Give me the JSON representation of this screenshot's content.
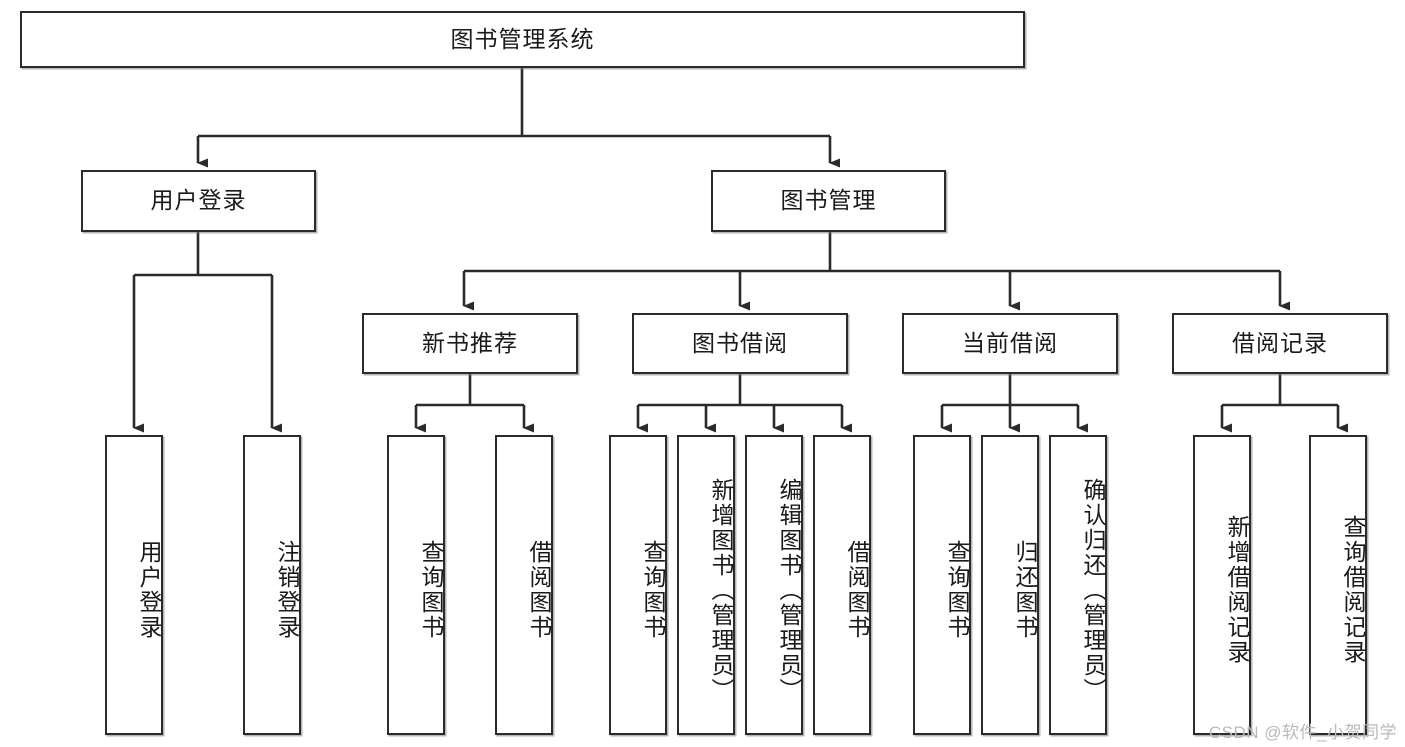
{
  "diagram": {
    "type": "tree-hierarchy-chart",
    "title": "图书管理系统",
    "edge_color": "#2b2b2b",
    "node_border_color": "#2b2b2b",
    "node_fill_color": "#ffffff",
    "text_color": "#1a1a1a",
    "nodes": {
      "root": {
        "label": "图书管理系统"
      },
      "level2": [
        {
          "id": "user-login",
          "label": "用户登录"
        },
        {
          "id": "book-management",
          "label": "图书管理"
        }
      ],
      "level3": [
        {
          "id": "new-book-recommend",
          "label": "新书推荐"
        },
        {
          "id": "book-borrow",
          "label": "图书借阅"
        },
        {
          "id": "current-borrow",
          "label": "当前借阅"
        },
        {
          "id": "borrow-record",
          "label": "借阅记录"
        }
      ],
      "leaves": {
        "user_login": [
          {
            "id": "leaf-user-login",
            "label": "用户登录"
          },
          {
            "id": "leaf-logout-login",
            "label": "注销登录"
          }
        ],
        "new_book_recommend": [
          {
            "id": "leaf-query-book-1",
            "label": "查询图书"
          },
          {
            "id": "leaf-borrow-book-1",
            "label": "借阅图书"
          }
        ],
        "book_borrow": [
          {
            "id": "leaf-query-book-2",
            "label": "查询图书"
          },
          {
            "id": "leaf-add-book",
            "label": "新增图书（管理员）"
          },
          {
            "id": "leaf-edit-book",
            "label": "编辑图书（管理员）"
          },
          {
            "id": "leaf-borrow-book-2",
            "label": "借阅图书"
          }
        ],
        "current_borrow": [
          {
            "id": "leaf-query-book-3",
            "label": "查询图书"
          },
          {
            "id": "leaf-return-book",
            "label": "归还图书"
          },
          {
            "id": "leaf-confirm-return",
            "label": "确认归还（管理员）"
          }
        ],
        "borrow_record": [
          {
            "id": "leaf-add-record",
            "label": "新增借阅记录"
          },
          {
            "id": "leaf-query-record",
            "label": "查询借阅记录"
          }
        ]
      }
    }
  },
  "watermark": {
    "text": "CSDN @软件_小贺同学"
  }
}
